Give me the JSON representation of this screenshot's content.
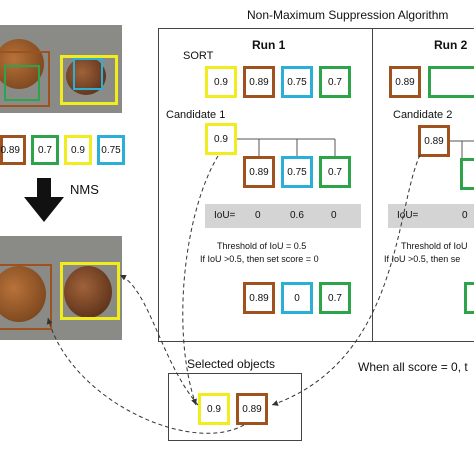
{
  "colors": {
    "yellow": "#f0ec1e",
    "brown": "#a0521e",
    "blue": "#2ab0d8",
    "green": "#2ea44a"
  },
  "title": "Non-Maximum Suppression Algorithm",
  "nms_label": "NMS",
  "input_scores": [
    "0.89",
    "0.7",
    "0.9",
    "0.75"
  ],
  "run1": {
    "title": "Run 1",
    "sort_label": "SORT",
    "sorted_scores": [
      "0.9",
      "0.89",
      "0.75",
      "0.7"
    ],
    "candidate_label": "Candidate 1",
    "candidate_score": "0.9",
    "children_scores": [
      "0.89",
      "0.75",
      "0.7"
    ],
    "iou_label": "IoU=",
    "iou_values": [
      "0",
      "0.6",
      "0"
    ],
    "threshold_line1": "Threshold of IoU = 0.5",
    "threshold_line2": "If IoU >0.5, then set score = 0",
    "result_scores": [
      "0.89",
      "0",
      "0.7"
    ]
  },
  "run2": {
    "title": "Run 2",
    "sorted_first": "0.89",
    "candidate_label": "Candidate 2",
    "candidate_score": "0.89",
    "iou_label": "IoU=",
    "iou_partial": "0",
    "threshold_line1": "Threshold of IoU",
    "threshold_line2": "If IoU >0.5, then se"
  },
  "selected": {
    "label": "Selected objects",
    "scores": [
      "0.9",
      "0.89"
    ]
  },
  "footer": "When all score = 0, t"
}
